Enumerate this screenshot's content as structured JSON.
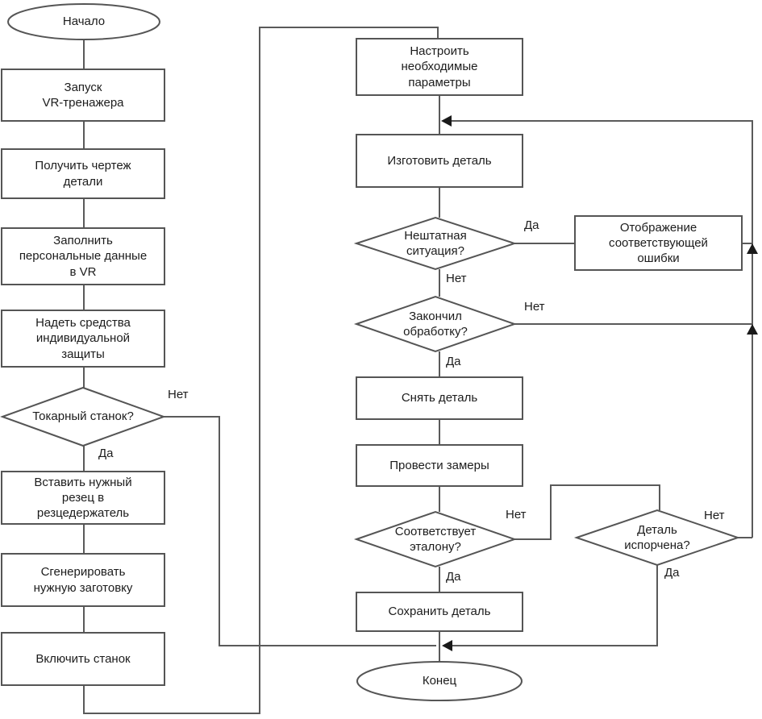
{
  "diagram": {
    "type": "flowchart",
    "language": "ru",
    "colors": {
      "stroke": "#555555",
      "text": "#1c1c1c",
      "fill": "#ffffff",
      "arrow": "#1a1a1a"
    },
    "nodes": {
      "start": "Начало",
      "launch_vr": "Запуск\nVR-тренажера",
      "get_drawing": "Получить чертеж\nдетали",
      "fill_personal": "Заполнить\nперсональные данные\nв VR",
      "wear_ppe": "Надеть средства\nиндивидуальной\nзащиты",
      "lathe_q": "Токарный станок?",
      "insert_cutter": "Вставить нужный\nрезец в\nрезцедержатель",
      "generate_blank": "Сгенерировать\nнужную заготовку",
      "turn_on": "Включить станок",
      "set_params": "Настроить\nнеобходимые\nпараметры",
      "make_part": "Изготовить деталь",
      "emergency_q": "Нештатная\nситуация?",
      "finished_q": "Закончил\nобработку?",
      "remove_part": "Снять деталь",
      "measure": "Провести замеры",
      "matches_q": "Соответствует\nэталону?",
      "save_part": "Сохранить деталь",
      "error_display": "Отображение\nсоответствующей\nошибки",
      "spoiled_q": "Деталь\nиспорчена?",
      "end": "Конец"
    },
    "edge_labels": {
      "lathe_yes": "Да",
      "lathe_no": "Нет",
      "emergency_yes": "Да",
      "emergency_no": "Нет",
      "finished_yes": "Да",
      "finished_no": "Нет",
      "matches_yes": "Да",
      "matches_no": "Нет",
      "spoiled_yes": "Да",
      "spoiled_no": "Нет"
    }
  }
}
